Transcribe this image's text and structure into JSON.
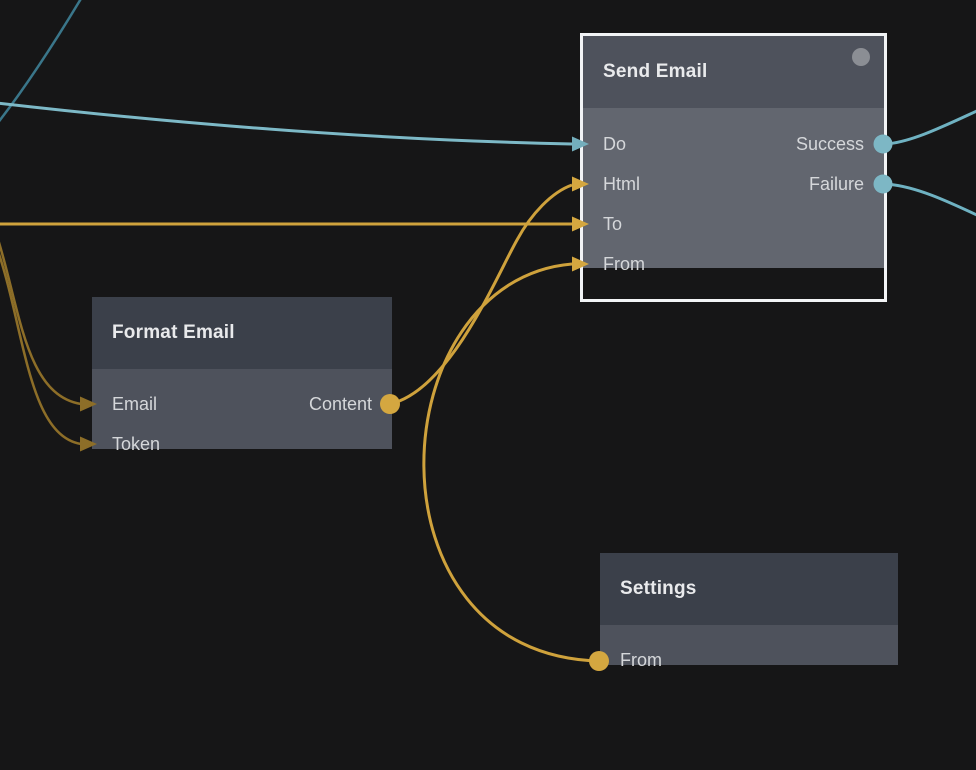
{
  "canvas": {
    "background_color": "#161617"
  },
  "palette": {
    "wire_gold": "#cfa23c",
    "wire_gold_dim": "#8d6e28",
    "wire_teal": "#7db9c7",
    "wire_teal_outputs": "#6fb2c2",
    "wire_teal_dim": "#3a768a",
    "port_gold": "#d4a740",
    "port_teal": "#7db7c5",
    "node_header": "#3b404a",
    "node_body": "#4e525c",
    "node_header_selected": "#4e525c",
    "node_body_selected": "#62666f",
    "selection_border": "#f2f4f6",
    "status_dot": "#8b8e94"
  },
  "nodes": [
    {
      "title": "Send Email",
      "selected": true,
      "status_dot": "gray",
      "inputs": [
        {
          "label": "Do",
          "port_color": "teal"
        },
        {
          "label": "Html",
          "port_color": "gold"
        },
        {
          "label": "To",
          "port_color": "gold"
        },
        {
          "label": "From",
          "port_color": "gold"
        }
      ],
      "outputs": [
        {
          "label": "Success",
          "port_color": "teal"
        },
        {
          "label": "Failure",
          "port_color": "teal"
        }
      ]
    },
    {
      "title": "Format Email",
      "selected": false,
      "inputs": [
        {
          "label": "Email",
          "port_color": "gold-dim"
        },
        {
          "label": "Token",
          "port_color": "gold-dim"
        }
      ],
      "outputs": [
        {
          "label": "Content",
          "port_color": "gold"
        }
      ]
    },
    {
      "title": "Settings",
      "selected": false,
      "inputs": [],
      "outputs": [
        {
          "label": "From",
          "port_color": "gold",
          "side": "left"
        }
      ]
    }
  ],
  "connections": [
    {
      "from": "off-screen-left",
      "to": "Send Email.Do",
      "color": "teal"
    },
    {
      "from": "off-screen-left",
      "to": "Send Email.To",
      "color": "gold"
    },
    {
      "from": "Format Email.Content",
      "to": "Send Email.Html",
      "color": "gold"
    },
    {
      "from": "Settings.From",
      "to": "Send Email.From",
      "color": "gold"
    },
    {
      "from": "off-screen-left",
      "to": "Format Email.Email",
      "color": "gold-dim"
    },
    {
      "from": "off-screen-left",
      "to": "Format Email.Token",
      "color": "gold-dim"
    },
    {
      "from": "Send Email.Success",
      "to": "off-screen-right",
      "color": "teal"
    },
    {
      "from": "Send Email.Failure",
      "to": "off-screen-right",
      "color": "teal"
    },
    {
      "from": "off-screen-top",
      "to": "off-screen-left",
      "color": "teal-dim"
    }
  ]
}
